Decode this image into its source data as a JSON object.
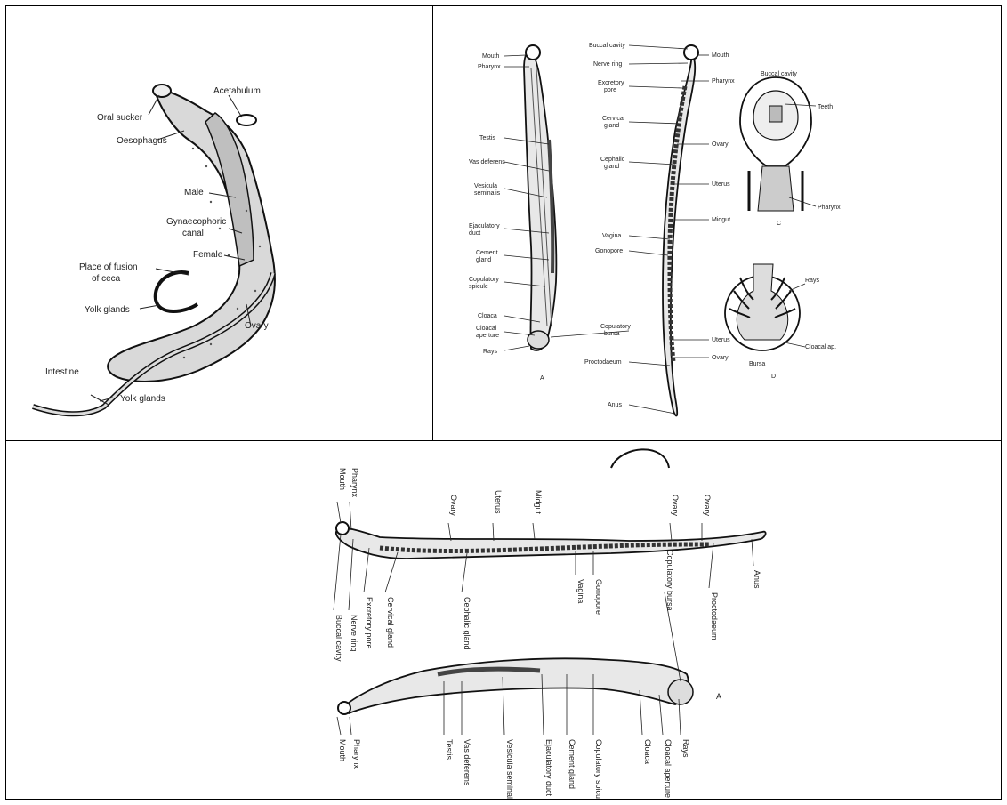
{
  "schistosoma": {
    "labels": {
      "oral_sucker": "Oral sucker",
      "acetabulum": "Acetabulum",
      "oesophagus": "Oesophagus",
      "male": "Male",
      "gynaecophoric_canal_1": "Gynaecophoric",
      "gynaecophoric_canal_2": "canal",
      "female": "Female",
      "place_of_fusion_1": "Place of fusion",
      "place_of_fusion_2": "of ceca",
      "yolk_glands_upper": "Yolk glands",
      "ovary": "Ovary",
      "intestine": "Intestine",
      "yolk_glands_lower": "Yolk glands"
    }
  },
  "ascaris": {
    "male_left": {
      "mouth": "Mouth",
      "pharynx": "Pharynx",
      "testis": "Testis",
      "vas_deferens": "Vas deferens",
      "vesicula_seminalis_1": "Vesicula",
      "vesicula_seminalis_2": "seminalis",
      "ejaculatory_duct_1": "Ejaculatory",
      "ejaculatory_duct_2": "duct",
      "cement_gland_1": "Cement",
      "cement_gland_2": "gland",
      "copulatory_spicule_1": "Copulatory",
      "copulatory_spicule_2": "spicule",
      "cloaca": "Cloaca",
      "cloacal_aperture_1": "Cloacal",
      "cloacal_aperture_2": "aperture",
      "rays": "Rays",
      "figure_letter": "A"
    },
    "center": {
      "buccal_cavity": "Buccal cavity",
      "nerve_ring": "Nerve ring",
      "excretory_pore_1": "Excretory",
      "excretory_pore_2": "pore",
      "cervical_gland_1": "Cervical",
      "cervical_gland_2": "gland",
      "cephalic_gland_1": "Cephalic",
      "cephalic_gland_2": "gland",
      "vagina": "Vagina",
      "gonopore": "Gonopore",
      "copulatory_bursa_1": "Copulatory",
      "copulatory_bursa_2": "bursa",
      "proctodaeum": "Proctodaeum",
      "anus": "Anus"
    },
    "female_right": {
      "mouth": "Mouth",
      "pharynx": "Pharynx",
      "ovary_upper": "Ovary",
      "uterus_upper": "Uterus",
      "midgut": "Midgut",
      "uterus_lower": "Uterus",
      "ovary_lower": "Ovary"
    },
    "head_c": {
      "buccal_cavity": "Buccal cavity",
      "teeth": "Teeth",
      "pharynx": "Pharynx",
      "figure_letter": "C"
    },
    "bursa_d": {
      "rays": "Rays",
      "bursa": "Bursa",
      "cloacal_aperture": "Cloacal ap.",
      "figure_letter": "D"
    }
  },
  "rotated": {
    "top_labels": [
      "Mouth",
      "Pharynx",
      "Ovary",
      "Uterus",
      "Midgut",
      "Ovary",
      "Ovary"
    ],
    "middle_labels": [
      "Buccal cavity",
      "Nerve ring",
      "Excretory pore",
      "Cervical gland",
      "Cephalic gland",
      "Vagina",
      "Gonopore",
      "Copulatory bursa",
      "Proctodaeum",
      "Anus"
    ],
    "bottom_labels": [
      "Mouth",
      "Pharynx",
      "Testis",
      "Vas deferens",
      "Vesicula seminalis",
      "Ejaculatory duct",
      "Cement gland",
      "Copulatory spicule",
      "Cloaca",
      "Cloacal aperture",
      "Rays"
    ],
    "figure_letter": "A"
  }
}
